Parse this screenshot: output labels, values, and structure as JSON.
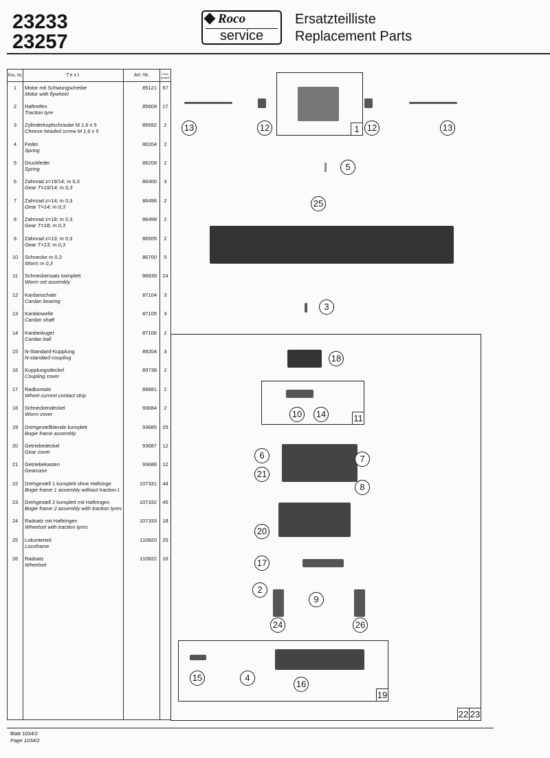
{
  "header": {
    "models": [
      "23233",
      "23257"
    ],
    "logo_top": "Roco",
    "logo_bottom": "service",
    "title_de": "Ersatzteilliste",
    "title_en": "Replacement Parts"
  },
  "table": {
    "headers": {
      "pos": "Pos. Nr.",
      "text": "Text",
      "art": "Art.-Nr.",
      "group": "Preis-gruppe"
    },
    "rows": [
      {
        "pos": "1",
        "de": "Motor mit Schwungscheibe",
        "en": "Motor with flywheel",
        "art": "85121",
        "group": "57"
      },
      {
        "pos": "2",
        "de": "Haftreifen",
        "en": "Traction tyre",
        "art": "85609",
        "group": "17"
      },
      {
        "pos": "3",
        "de": "Zylinderkopfschraube M 1,6 x 5",
        "en": "Cheese headed screw M 1,6 x 5",
        "art": "85692",
        "group": "2"
      },
      {
        "pos": "4",
        "de": "Feder",
        "en": "Spring",
        "art": "86204",
        "group": "2"
      },
      {
        "pos": "5",
        "de": "Druckfeder",
        "en": "Spring",
        "art": "86209",
        "group": "2"
      },
      {
        "pos": "6",
        "de": "Zahnrad z=19/14; m 0,3",
        "en": "Gear T=19/14; m 0,3",
        "art": "86400",
        "group": "3"
      },
      {
        "pos": "7",
        "de": "Zahnrad z=14; m 0,3",
        "en": "Gear T=14; m 0,3",
        "art": "86496",
        "group": "2"
      },
      {
        "pos": "8",
        "de": "Zahnrad z=18; m 0,3",
        "en": "Gear T=18; m 0,3",
        "art": "86498",
        "group": "2"
      },
      {
        "pos": "9",
        "de": "Zahnrad z=13; m 0,3",
        "en": "Gear T=13; m 0,3",
        "art": "86505",
        "group": "2"
      },
      {
        "pos": "10",
        "de": "Schnecke m 0,3",
        "en": "Worm m 0,3",
        "art": "86700",
        "group": "5"
      },
      {
        "pos": "11",
        "de": "Schneckensatz komplett",
        "en": "Worm set assembly",
        "art": "86839",
        "group": "24"
      },
      {
        "pos": "12",
        "de": "Kardanschale",
        "en": "Cardan bearing",
        "art": "87104",
        "group": "3"
      },
      {
        "pos": "13",
        "de": "Kardanwelle",
        "en": "Cardan shaft",
        "art": "87105",
        "group": "3"
      },
      {
        "pos": "14",
        "de": "Kardankugel",
        "en": "Cardan ball",
        "art": "87106",
        "group": "2"
      },
      {
        "pos": "15",
        "de": "N-Standard-Kupplung",
        "en": "N-standard-coupling",
        "art": "89204",
        "group": "3"
      },
      {
        "pos": "16",
        "de": "Kupplungsdeckel",
        "en": "Coupling cover",
        "art": "89738",
        "group": "2"
      },
      {
        "pos": "17",
        "de": "Radkontakt",
        "en": "Wheel current contact strip",
        "art": "89881",
        "group": "2"
      },
      {
        "pos": "18",
        "de": "Schneckendeckel",
        "en": "Worm cover",
        "art": "93684",
        "group": "2"
      },
      {
        "pos": "19",
        "de": "Drehgestellblende komplett",
        "en": "Bogie frame assembly",
        "art": "93685",
        "group": "25"
      },
      {
        "pos": "20",
        "de": "Getriebedeckel",
        "en": "Gear cover",
        "art": "93687",
        "group": "12"
      },
      {
        "pos": "21",
        "de": "Getriebekasten",
        "en": "Gearcase",
        "art": "93688",
        "group": "12"
      },
      {
        "pos": "22",
        "de": "Drehgestell 1 komplett ohne Haftringe",
        "en": "Bogie frame 1 assembly without traction t.",
        "art": "107331",
        "group": "44"
      },
      {
        "pos": "23",
        "de": "Drehgestell 2 komplett mit Haftringen",
        "en": "Bogie frame 2 assembly with traction tyres",
        "art": "107332",
        "group": "45"
      },
      {
        "pos": "24",
        "de": "Radsatz mit Haftringen",
        "en": "Wheelset with traction tyres",
        "art": "107333",
        "group": "18"
      },
      {
        "pos": "25",
        "de": "Lokunterteil",
        "en": "Locoframe",
        "art": "110820",
        "group": "25"
      },
      {
        "pos": "26",
        "de": "Radsatz",
        "en": "Wheelset",
        "art": "110822",
        "group": "16"
      }
    ]
  },
  "callouts": {
    "c13a": "13",
    "c12a": "12",
    "c12b": "12",
    "c13b": "13",
    "c5": "5",
    "c25": "25",
    "c3": "3",
    "c18": "18",
    "c10": "10",
    "c14": "14",
    "c6": "6",
    "c7": "7",
    "c21": "21",
    "c8": "8",
    "c20": "20",
    "c17": "17",
    "c2": "2",
    "c9": "9",
    "c24": "24",
    "c26": "26",
    "c15": "15",
    "c4": "4",
    "c16": "16"
  },
  "box_labels": {
    "b1": "1",
    "b11": "11",
    "b19": "19",
    "b22": "22",
    "b23": "23"
  },
  "footer": {
    "de": "Blatt 1034/2",
    "en": "Page 1034/2"
  }
}
